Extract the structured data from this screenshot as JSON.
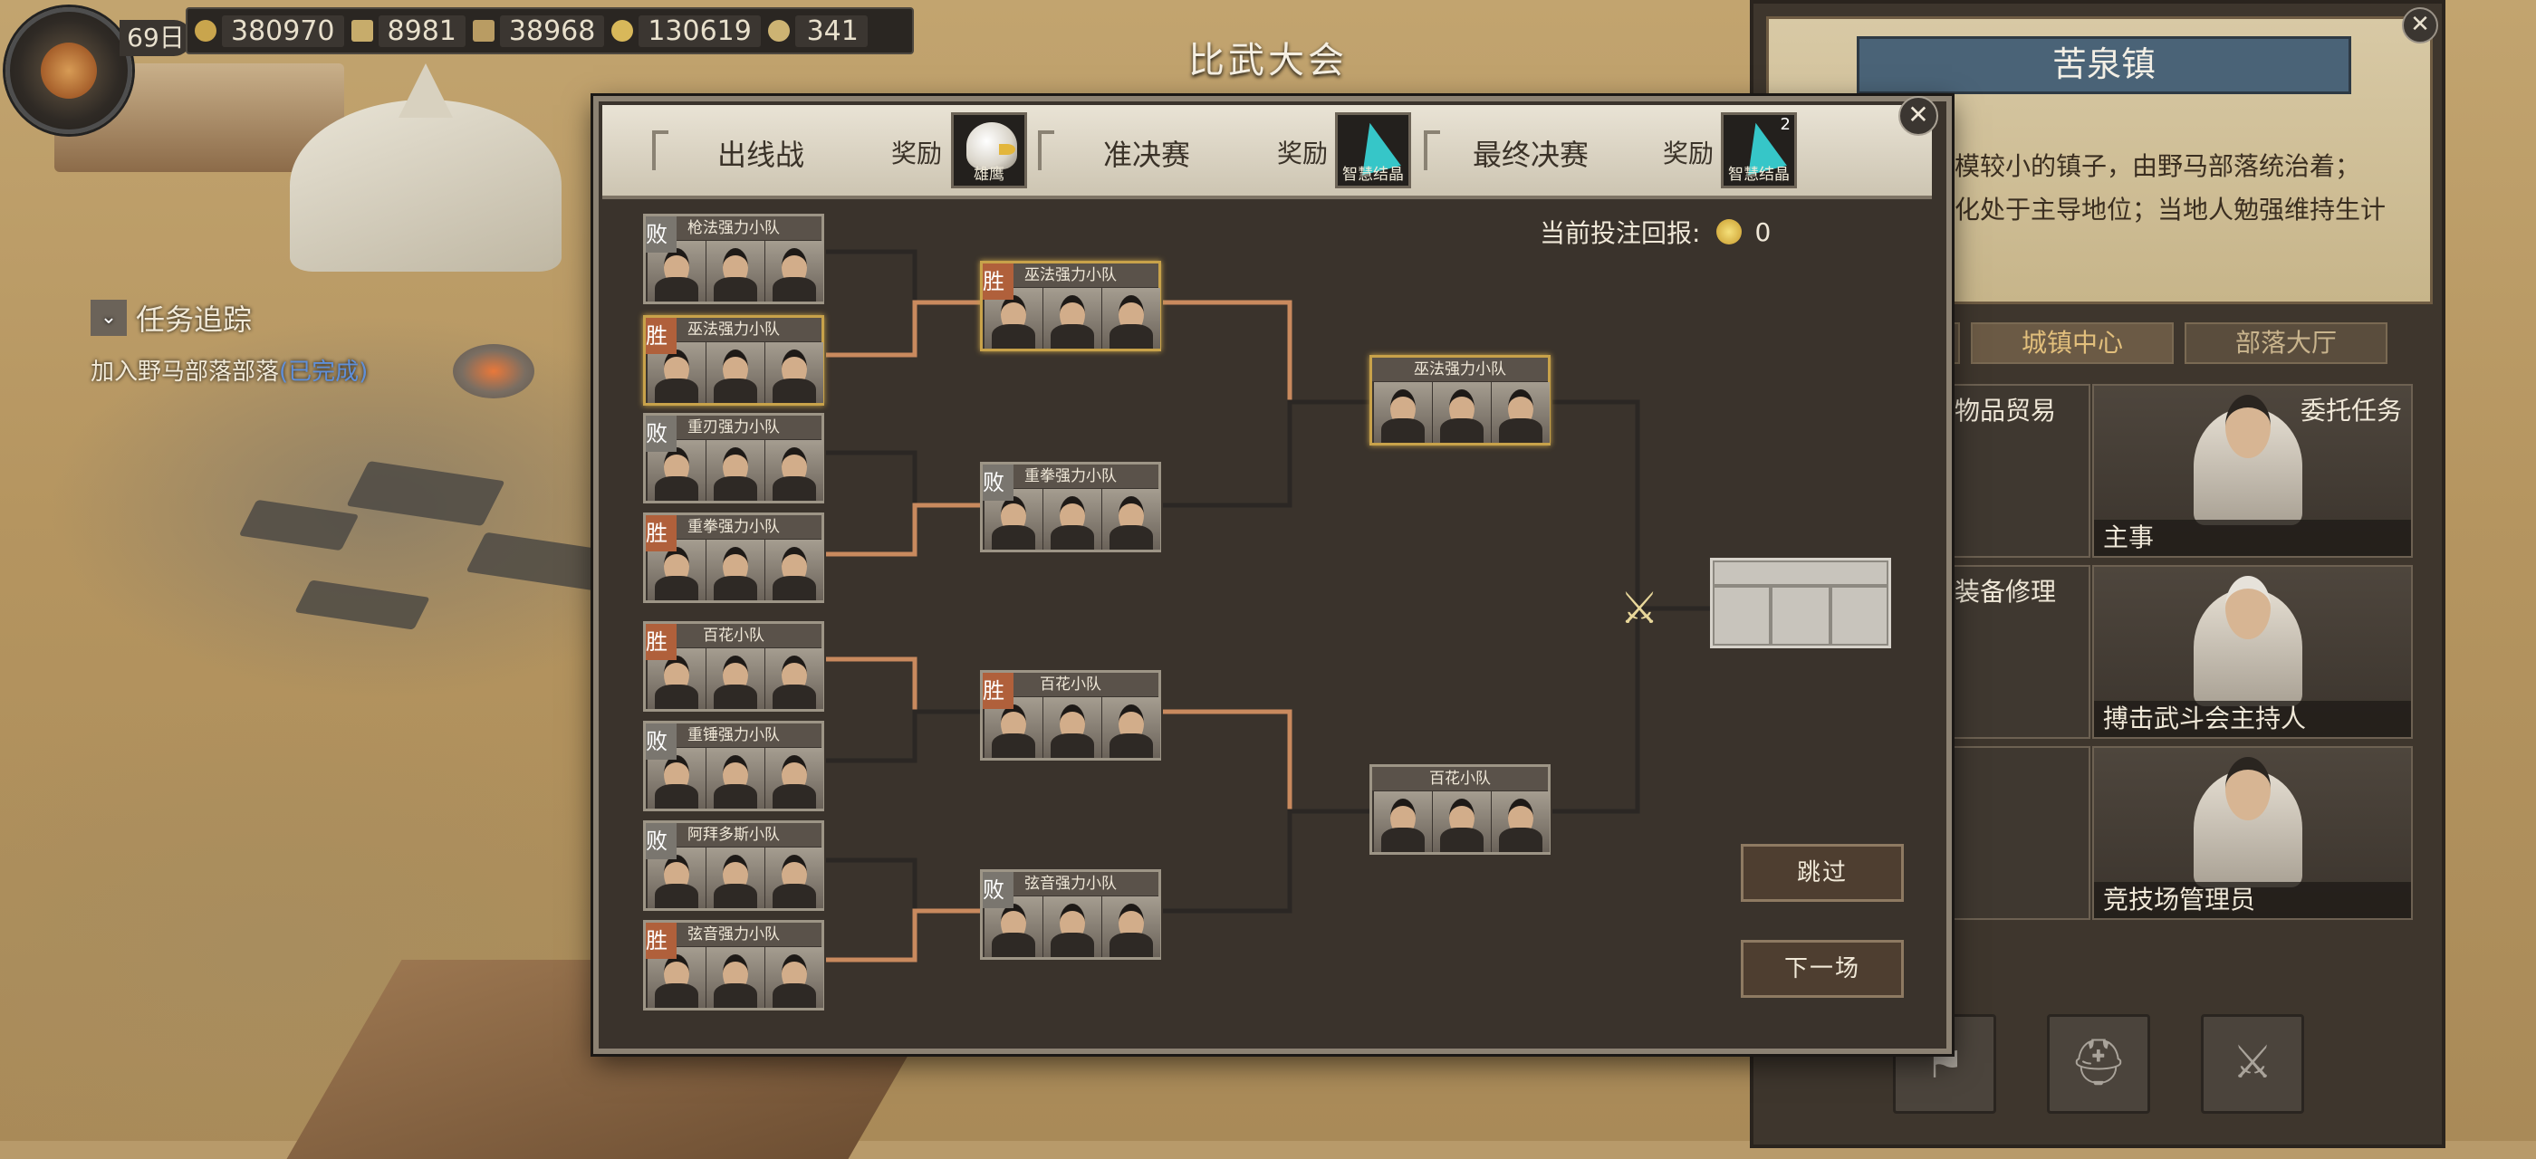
{
  "top_bar": {
    "day": "69日",
    "resources": [
      "380970",
      "8981",
      "38968",
      "130619",
      "341"
    ]
  },
  "quest": {
    "title": "任务追踪",
    "item": "加入野马部落部落",
    "status": "(已完成)"
  },
  "screen_title": "比武大会",
  "town": {
    "name": "苦泉镇",
    "desc_lines": [
      "规模较小的镇子，由野马部落统治着；",
      "文化处于主导地位；当地人勉强维持生计"
    ],
    "tabs": [
      "城镇中心",
      "部落大厅"
    ],
    "npcs": [
      {
        "service": "委托任务",
        "name": "主事"
      },
      {
        "service": "",
        "name": "搏击武斗会主持人"
      },
      {
        "service": "",
        "name": "竞技场管理员"
      }
    ],
    "side_services": [
      "物品贸易",
      "装备修理"
    ]
  },
  "tournament": {
    "stages": [
      {
        "name": "出线战",
        "reward_label": "奖励",
        "reward_item": "雄鹰",
        "reward_count": ""
      },
      {
        "name": "准决赛",
        "reward_label": "奖励",
        "reward_item": "智慧结晶",
        "reward_count": ""
      },
      {
        "name": "最终决赛",
        "reward_label": "奖励",
        "reward_item": "智慧结晶",
        "reward_count": "2"
      }
    ],
    "bet_label": "当前投注回报:",
    "bet_value": "0",
    "round1": [
      {
        "name": "枪法强力小队",
        "result": "败"
      },
      {
        "name": "巫法强力小队",
        "result": "胜"
      },
      {
        "name": "重刃强力小队",
        "result": "败"
      },
      {
        "name": "重拳强力小队",
        "result": "胜"
      },
      {
        "name": "百花小队",
        "result": "胜"
      },
      {
        "name": "重锤强力小队",
        "result": "败"
      },
      {
        "name": "阿拜多斯小队",
        "result": "败"
      },
      {
        "name": "弦音强力小队",
        "result": "胜"
      }
    ],
    "round2": [
      {
        "name": "巫法强力小队",
        "result": "胜"
      },
      {
        "name": "重拳强力小队",
        "result": "败"
      },
      {
        "name": "百花小队",
        "result": "胜"
      },
      {
        "name": "弦音强力小队",
        "result": "败"
      }
    ],
    "round3": [
      {
        "name": "巫法强力小队",
        "result": ""
      },
      {
        "name": "百花小队",
        "result": ""
      }
    ],
    "skip_label": "跳过",
    "next_label": "下一场"
  },
  "colors": {
    "win": "#b0603b",
    "loss": "#7a766f",
    "winner_line": "#c98a5e",
    "highlight": "#c8a24a"
  }
}
